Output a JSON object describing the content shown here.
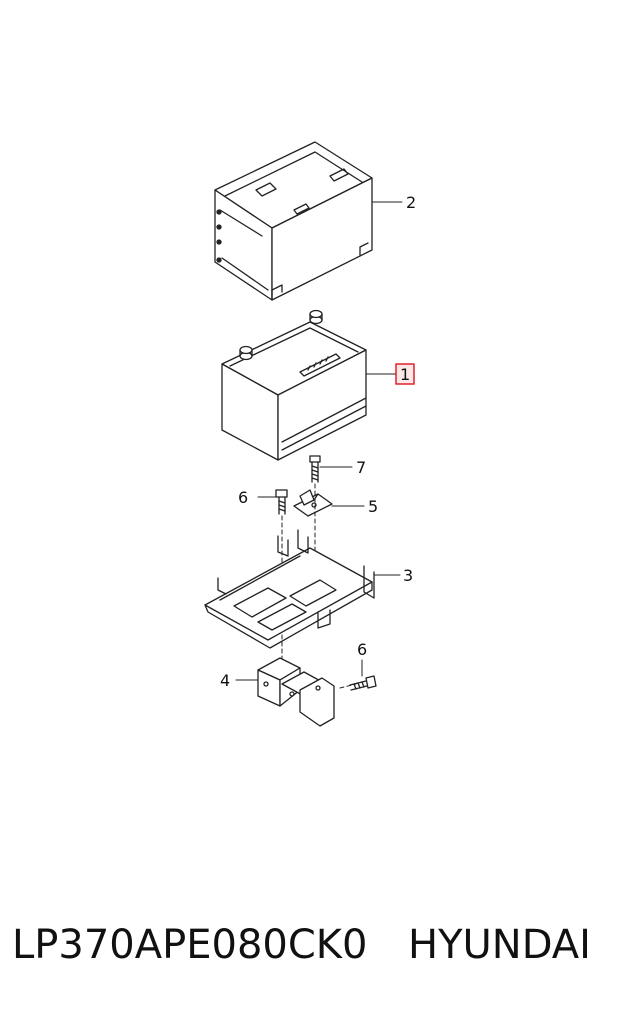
{
  "callouts": [
    {
      "id": "2",
      "label": "2"
    },
    {
      "id": "1",
      "label": "1"
    },
    {
      "id": "7",
      "label": "7"
    },
    {
      "id": "6a",
      "label": "6"
    },
    {
      "id": "5",
      "label": "5"
    },
    {
      "id": "3",
      "label": "3"
    },
    {
      "id": "6b",
      "label": "6"
    },
    {
      "id": "4",
      "label": "4"
    }
  ],
  "highlight_color": "#e0202a",
  "footer": {
    "part_code": "LP370APE080CK0",
    "brand": "HYUNDAI"
  }
}
